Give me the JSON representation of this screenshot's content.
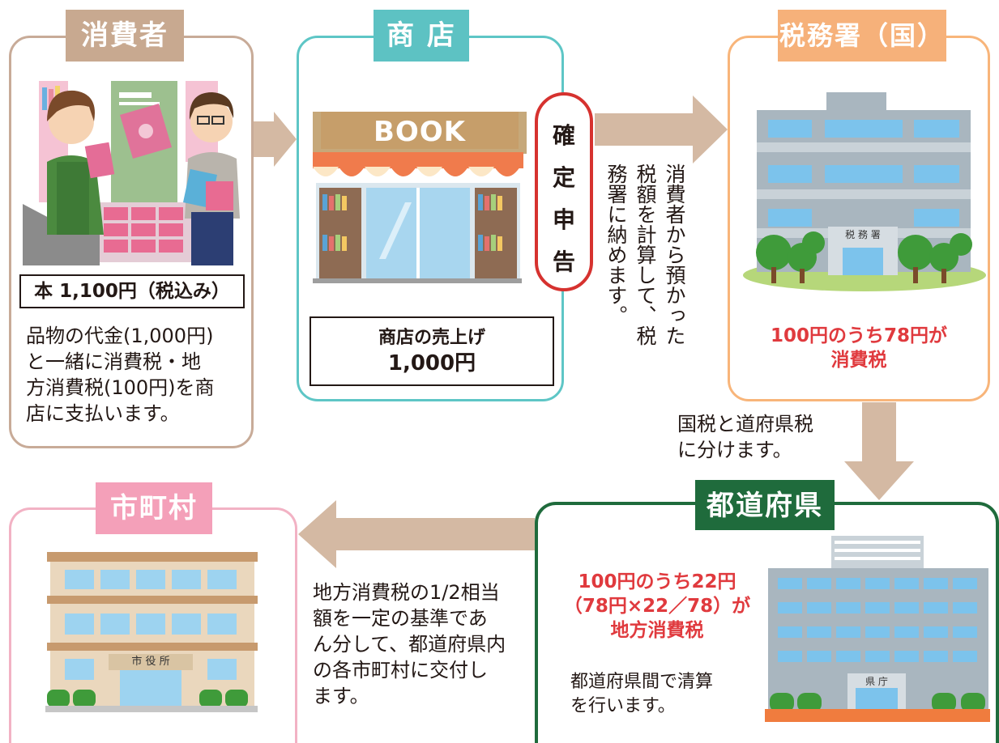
{
  "consumer": {
    "title": "消費者",
    "price_label": "本 1,100円（税込み）",
    "desc": [
      "品物の代金(1,000円)",
      "と一緒に消費税・地",
      "方消費税(100円)を商",
      "店に支払います。"
    ],
    "colors": {
      "frame": "#c8ab98",
      "tab": "#c8a990"
    }
  },
  "shop": {
    "title": "商 店",
    "sign": "BOOK",
    "sales_label": "商店の売上げ",
    "sales_value": "1,000円",
    "colors": {
      "frame": "#5ec6c6",
      "tab": "#5dc2c3"
    }
  },
  "filing": {
    "label": [
      "確",
      "定",
      "申",
      "告"
    ],
    "note_columns": [
      "消費者から預かった",
      "税額を計算して、税",
      "務署に納めます。"
    ],
    "colors": {
      "frame": "#d6322f"
    }
  },
  "tax_office": {
    "title": "税務署（国）",
    "building_label": "税 務 署",
    "result": [
      "100円のうち78円が",
      "消費税"
    ],
    "colors": {
      "frame": "#f8b57a",
      "tab": "#f6b17a"
    }
  },
  "split_note": [
    "国税と道府県税",
    "に分けます。"
  ],
  "prefecture": {
    "title": "都道府県",
    "building_label": "県 庁",
    "result": [
      "100円のうち22円",
      "（78円×22／78）が",
      "地方消費税"
    ],
    "note": [
      "都道府県間で清算",
      "を行います。"
    ],
    "colors": {
      "frame": "#1f6b3c",
      "tab": "#1f6b3c"
    }
  },
  "municipality": {
    "title": "市町村",
    "building_label": "市 役 所",
    "note": [
      "地方消費税の1/2相当",
      "額を一定の基準であ",
      "ん分して、都道府県内",
      "の各市町村に交付し",
      "ます。"
    ],
    "colors": {
      "frame": "#f2b2c4",
      "tab": "#f4a0b9"
    }
  },
  "arrow_color": "#d4b9a3",
  "accent_red": "#e03a3e"
}
